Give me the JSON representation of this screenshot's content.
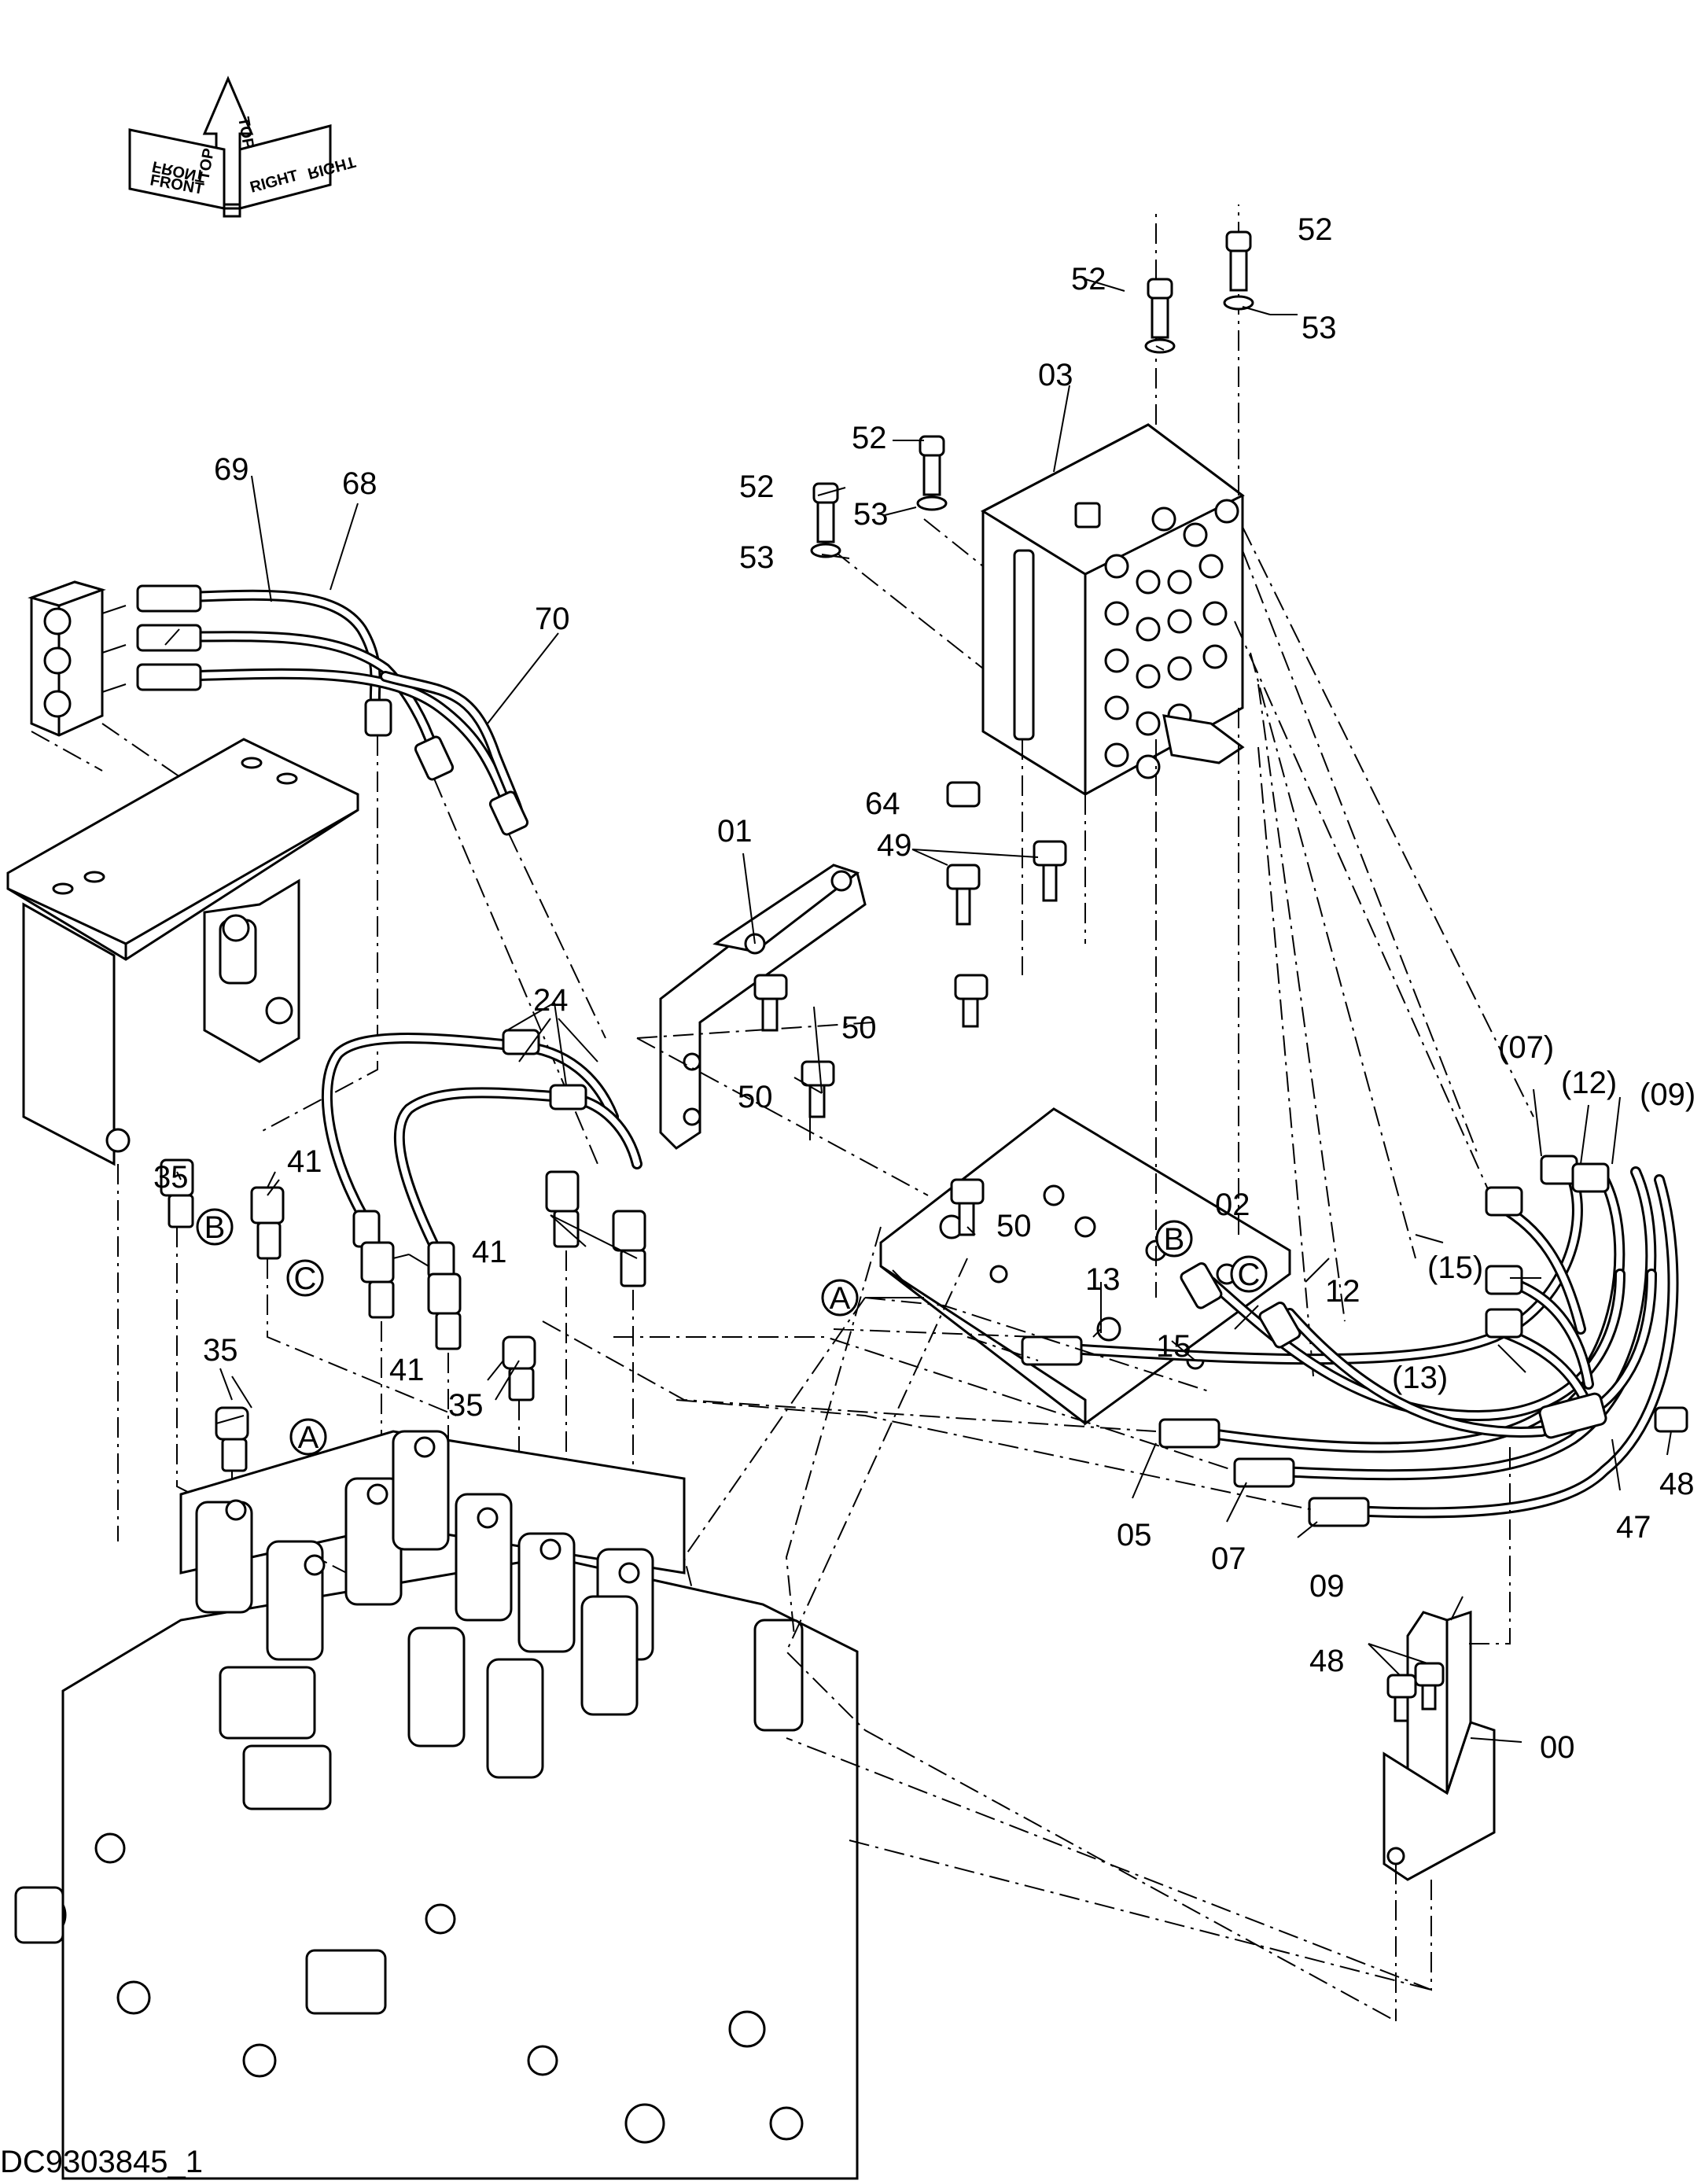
{
  "orientation": {
    "labels": [
      "FRONT",
      "TOP",
      "RIGHT",
      "FRONT",
      "TOP",
      "RIGHT"
    ]
  },
  "part_numbers": {
    "p00": "00",
    "p01": "01",
    "p02": "02",
    "p03": "03",
    "p05": "05",
    "p07": "07",
    "p07p": "(07)",
    "p09": "09",
    "p09p": "(09)",
    "p12": "12",
    "p12p": "(12)",
    "p13": "13",
    "p13p": "(13)",
    "p15": "15",
    "p15p": "(15)",
    "p24": "24",
    "p35a": "35",
    "p35b": "35",
    "p35c": "35",
    "p41a": "41",
    "p41b": "41",
    "p41c": "41",
    "p47": "47",
    "p48a": "48",
    "p48b": "48",
    "p49": "49",
    "p50a": "50",
    "p50b": "50",
    "p50c": "50",
    "p52a": "52",
    "p52b": "52",
    "p52c": "52",
    "p52d": "52",
    "p53a": "53",
    "p53b": "53",
    "p53c": "53",
    "p64": "64",
    "p68": "68",
    "p69": "69",
    "p70": "70"
  },
  "callouts": {
    "a1": "A",
    "a2": "A",
    "b1": "B",
    "b2": "B",
    "c1": "C",
    "c2": "C"
  },
  "drawing_code": "DC9303845_1"
}
